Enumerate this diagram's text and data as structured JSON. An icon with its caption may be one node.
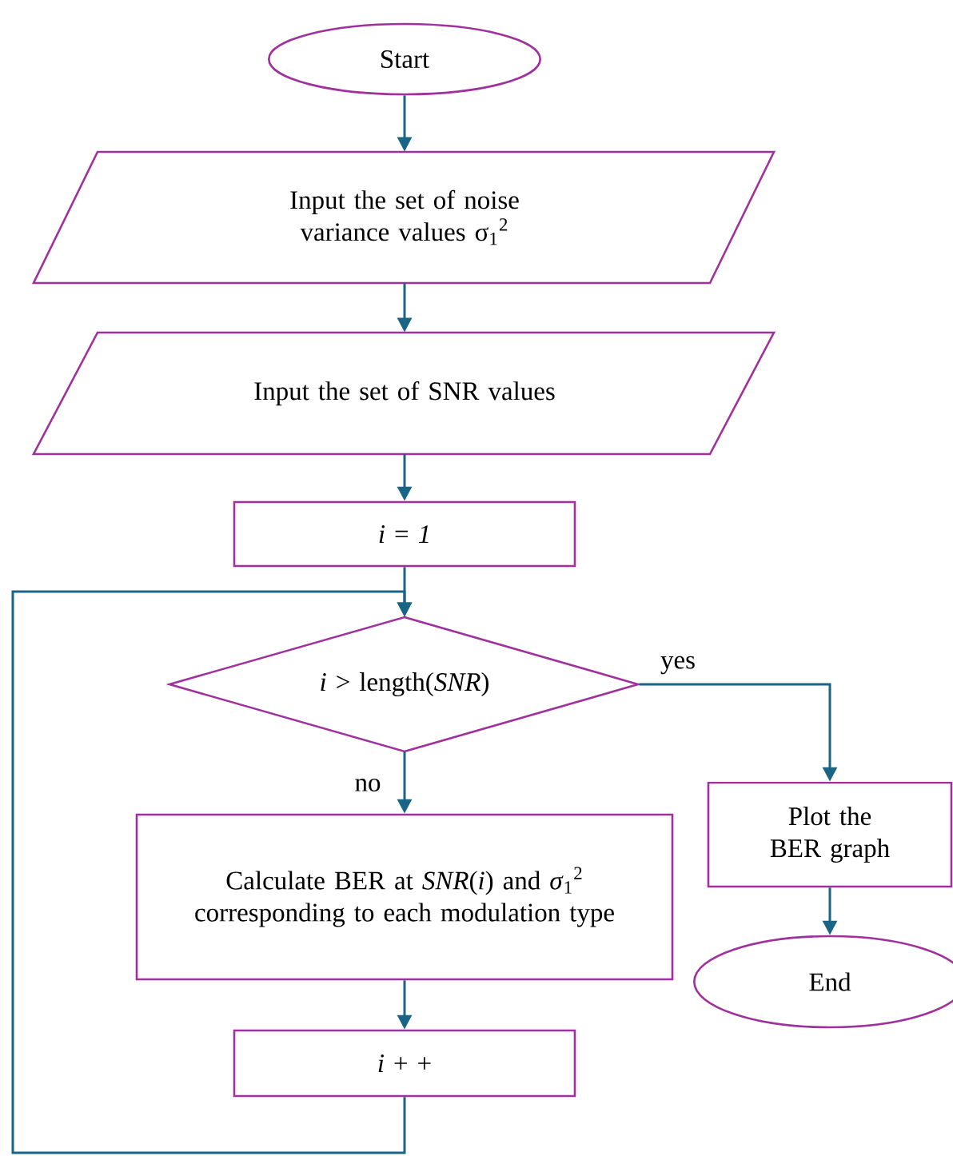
{
  "diagram": {
    "nodes": [
      {
        "text": [
          "Start"
        ]
      },
      {
        "text": [
          "Input the set of noise variance values σ$_{1}$$^{2}$"
        ]
      },
      {
        "text": [
          "Input the set of SNR values"
        ]
      },
      {
        "text": [
          "*i* = *1*"
        ]
      },
      {
        "text": [
          "*i* > length(*SNR*)"
        ]
      },
      {
        "text": [
          "Calculate BER at *SNR*(*i*) and *σ*$_{1}$$^{2}$ corresponding to each modulation type"
        ]
      },
      {
        "text": [
          "*i* + +"
        ]
      },
      {
        "text": [
          "Plot the BER graph"
        ]
      },
      {
        "text": [
          "End"
        ]
      }
    ],
    "edges": [
      {
        "from": 0,
        "to": 1,
        "arrow": "to"
      },
      {
        "from": 1,
        "to": 2,
        "arrow": "to"
      },
      {
        "from": 2,
        "to": 3,
        "arrow": "to"
      },
      {
        "from": 3,
        "to": 4,
        "arrow": "to"
      },
      {
        "from": 4,
        "to": 5,
        "arrow": "to",
        "label": "no"
      },
      {
        "from": 4,
        "to": 7,
        "arrow": "to",
        "label": "yes"
      },
      {
        "from": 5,
        "to": 6,
        "arrow": "to"
      },
      {
        "from": 6,
        "to": 4,
        "arrow": "to"
      },
      {
        "from": 7,
        "to": 8,
        "arrow": "to"
      }
    ]
  }
}
